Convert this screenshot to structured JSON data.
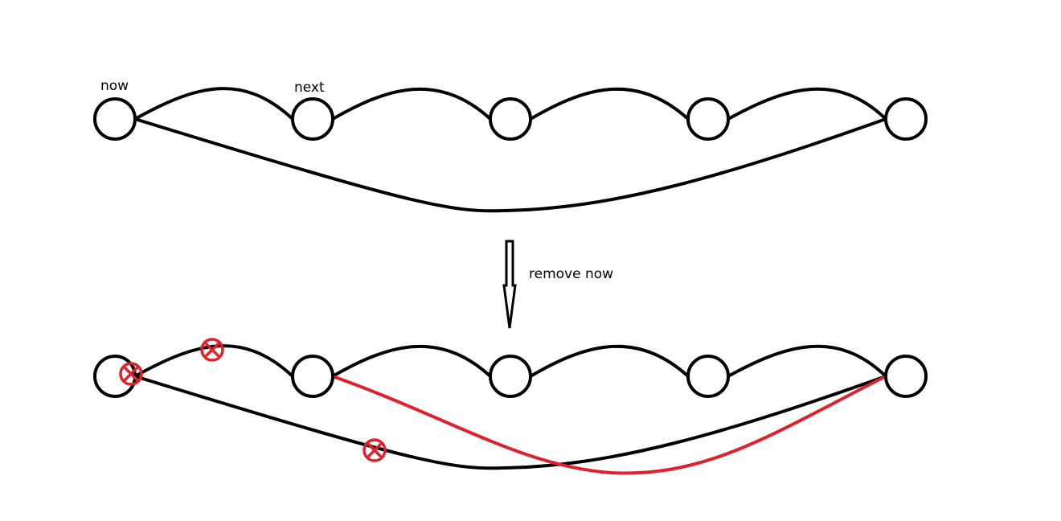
{
  "top_graph": {
    "labels": {
      "now": "now",
      "next": "next"
    }
  },
  "transition": {
    "label": "remove now"
  },
  "colors": {
    "edge": "#000000",
    "new_edge": "#e0202a",
    "removed_mark": "#e0202a",
    "node_fill": "#ffffff"
  },
  "icons": {
    "removed_edge_marker": "circled-x-icon",
    "transition_arrow": "down-arrow-icon"
  }
}
